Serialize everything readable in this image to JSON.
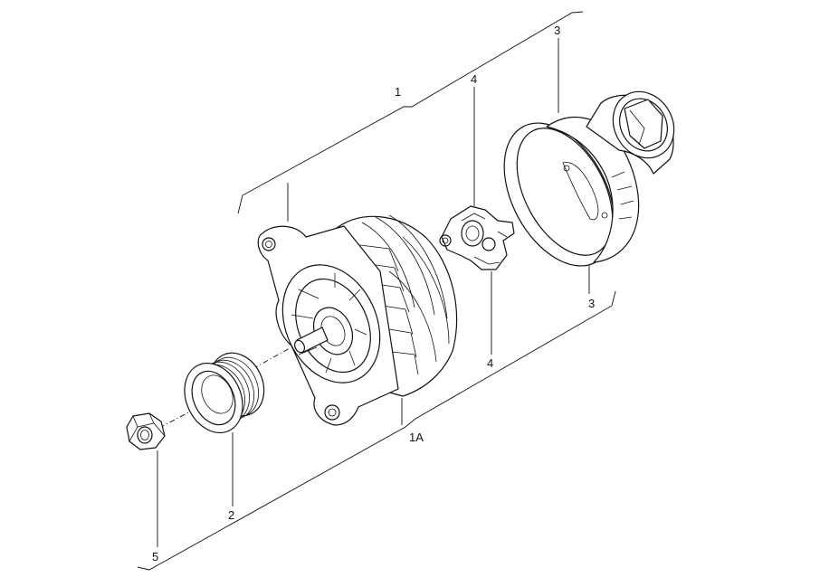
{
  "callouts": {
    "c1": "1",
    "c1a": "1A",
    "c2": "2",
    "c3_top": "3",
    "c3_bottom": "3",
    "c4_top": "4",
    "c4_bottom": "4",
    "c5": "5"
  },
  "parts": [
    {
      "callout": "1",
      "icon": "alternator-assembly-icon"
    },
    {
      "callout": "1A",
      "icon": "alternator-body-icon"
    },
    {
      "callout": "2",
      "icon": "pulley-icon"
    },
    {
      "callout": "3",
      "icon": "rear-cover-icon"
    },
    {
      "callout": "4",
      "icon": "voltage-regulator-icon"
    },
    {
      "callout": "5",
      "icon": "hex-nut-icon"
    }
  ]
}
